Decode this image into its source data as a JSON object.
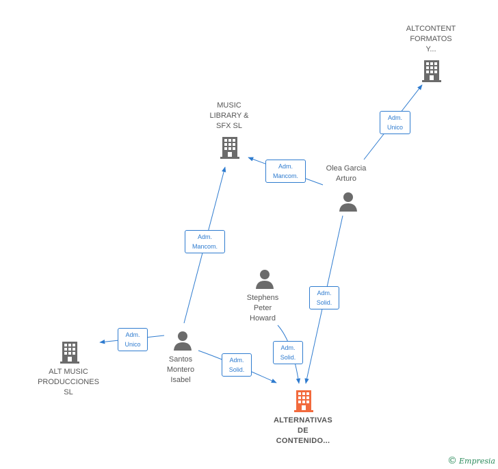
{
  "colors": {
    "edge": "#2e7bcf",
    "node_gray": "#6b6b6b",
    "node_target": "#f26a3d",
    "label_text": "#555555"
  },
  "nodes": {
    "altcontent": {
      "lines": [
        "ALTCONTENT",
        "FORMATOS",
        "Y..."
      ],
      "icon": "building-icon"
    },
    "music_library": {
      "lines": [
        "MUSIC",
        "LIBRARY &",
        "SFX  SL"
      ],
      "icon": "building-icon"
    },
    "olea": {
      "lines": [
        "Olea Garcia",
        "Arturo"
      ],
      "icon": "person-icon"
    },
    "stephens": {
      "lines": [
        "Stephens",
        "Peter",
        "Howard"
      ],
      "icon": "person-icon"
    },
    "santos": {
      "lines": [
        "Santos",
        "Montero",
        "Isabel"
      ],
      "icon": "person-icon"
    },
    "alt_music": {
      "lines": [
        "ALT MUSIC",
        "PRODUCCIONES",
        "SL"
      ],
      "icon": "building-icon"
    },
    "alternativas": {
      "lines": [
        "ALTERNATIVAS",
        "DE",
        "CONTENIDO..."
      ],
      "icon": "building-icon"
    }
  },
  "edges": {
    "olea_altcontent": {
      "lines": [
        "Adm.",
        "Unico"
      ]
    },
    "olea_music": {
      "lines": [
        "Adm.",
        "Mancom."
      ]
    },
    "santos_music": {
      "lines": [
        "Adm.",
        "Mancom."
      ]
    },
    "olea_alternativas": {
      "lines": [
        "Adm.",
        "Solid."
      ]
    },
    "stephens_alternativas": {
      "lines": [
        "Adm.",
        "Solid."
      ]
    },
    "santos_altmusic": {
      "lines": [
        "Adm.",
        "Unico"
      ]
    },
    "santos_alternativas": {
      "lines": [
        "Adm.",
        "Solid."
      ]
    }
  },
  "footer": {
    "copyright": "©",
    "brand": "Empresia"
  }
}
